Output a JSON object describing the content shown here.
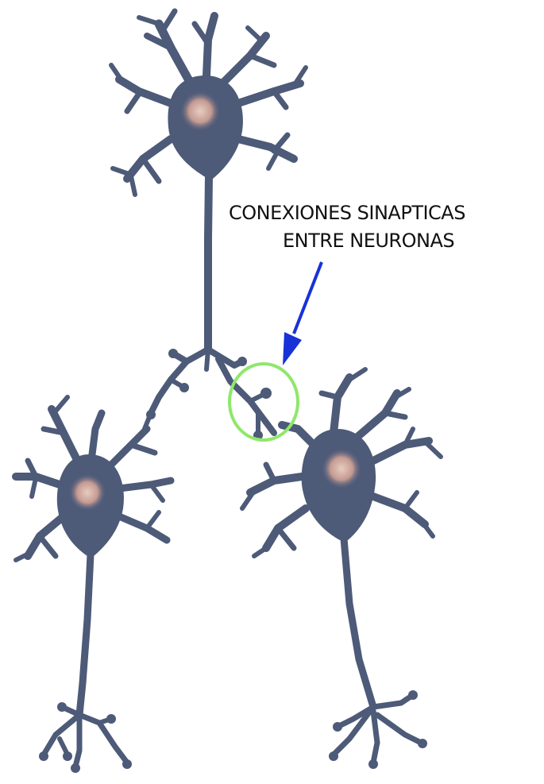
{
  "diagram": {
    "annotation": {
      "line1": "CONEXIONES SINAPTICAS",
      "line2": "ENTRE NEURONAS"
    },
    "colors": {
      "neuron_body": "#4d5a78",
      "nucleus_center": "#d6b3a6",
      "nucleus_edge": "#9a7d88",
      "arrow": "#1732d6",
      "highlight_circle": "#8ee86a",
      "text": "#111111",
      "background": "#ffffff"
    },
    "elements": {
      "neurons": [
        "top-neuron",
        "bottom-left-neuron",
        "bottom-right-neuron"
      ],
      "highlight": "synapse-highlight-circle",
      "pointer": "blue-arrow"
    }
  }
}
